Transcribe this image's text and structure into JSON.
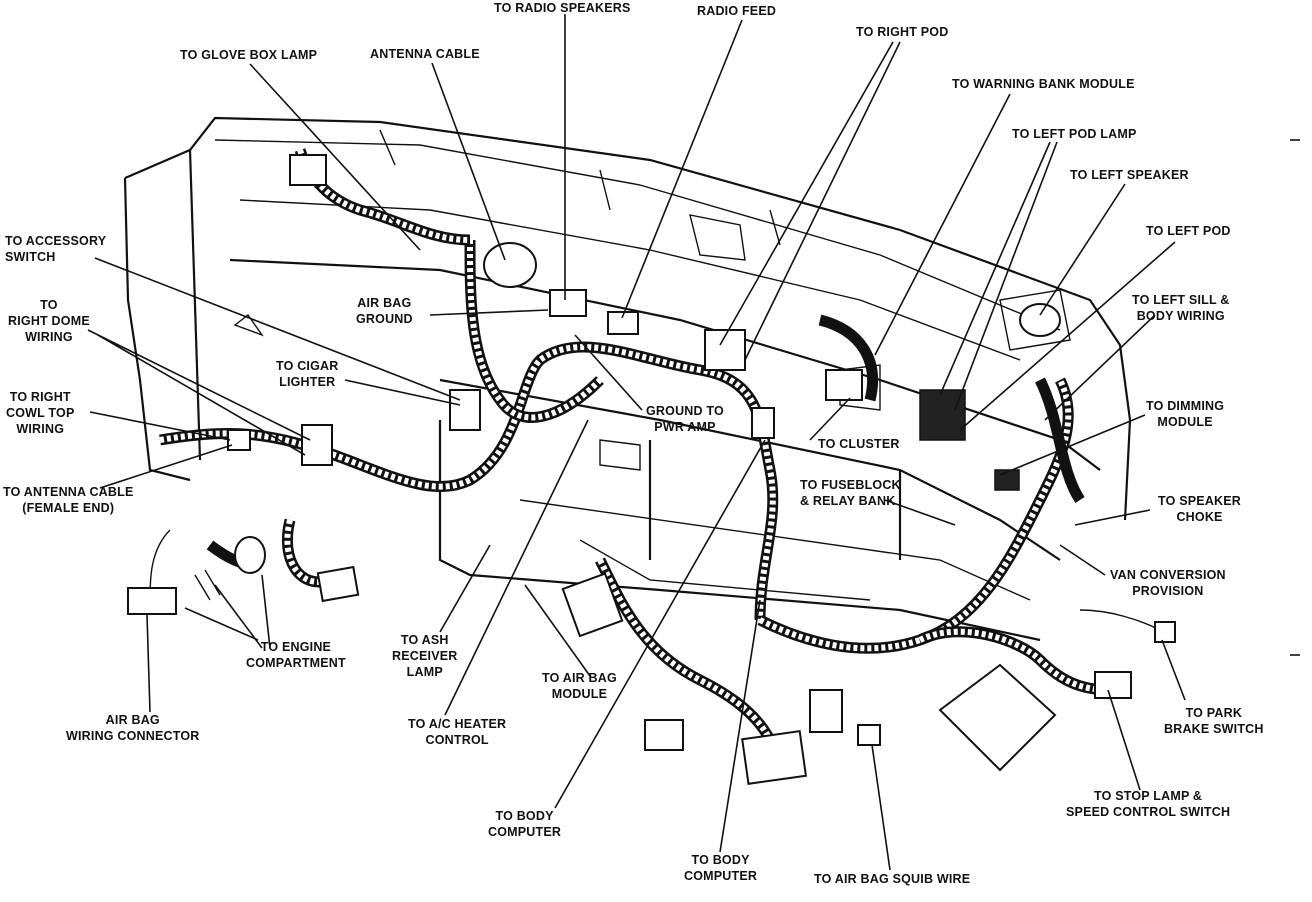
{
  "labels": {
    "radio_speakers": "TO RADIO SPEAKERS",
    "radio_feed": "RADIO FEED",
    "right_pod": "TO RIGHT POD",
    "glove_box_lamp": "TO GLOVE BOX LAMP",
    "antenna_cable": "ANTENNA CABLE",
    "warning_bank_module": "TO WARNING BANK MODULE",
    "left_pod_lamp": "TO LEFT POD LAMP",
    "left_speaker": "TO LEFT SPEAKER",
    "left_pod": "TO LEFT POD",
    "accessory_switch": "TO ACCESSORY\nSWITCH",
    "left_sill_body_wiring": "TO LEFT SILL &\nBODY WIRING",
    "right_dome_wiring": "TO\nRIGHT DOME\nWIRING",
    "air_bag_ground": "AIR BAG\nGROUND",
    "cigar_lighter": "TO CIGAR\nLIGHTER",
    "right_cowl_top_wiring": "TO RIGHT\nCOWL TOP\nWIRING",
    "ground_pwr_amp": "GROUND TO\nPWR AMP",
    "dimming_module": "TO DIMMING\nMODULE",
    "cluster": "TO CLUSTER",
    "antenna_cable_female": "TO ANTENNA CABLE\n(FEMALE END)",
    "fuseblock_relay_bank": "TO FUSEBLOCK\n& RELAY BANK",
    "speaker_choke": "TO SPEAKER\nCHOKE",
    "van_conversion_provision": "VAN CONVERSION\nPROVISION",
    "engine_compartment": "TO ENGINE\nCOMPARTMENT",
    "ash_receiver_lamp": "TO ASH\nRECEIVER\nLAMP",
    "air_bag_module": "TO AIR BAG\nMODULE",
    "park_brake_switch": "TO PARK\nBRAKE SWITCH",
    "air_bag_wiring_connector": "AIR BAG\nWIRING CONNECTOR",
    "ac_heater_control": "TO A/C HEATER\nCONTROL",
    "stop_lamp_speed_control": "TO STOP LAMP &\nSPEED CONTROL SWITCH",
    "body_computer_1": "TO BODY\nCOMPUTER",
    "body_computer_2": "TO BODY\nCOMPUTER",
    "air_bag_squib_wire": "TO AIR BAG SQUIB WIRE"
  }
}
